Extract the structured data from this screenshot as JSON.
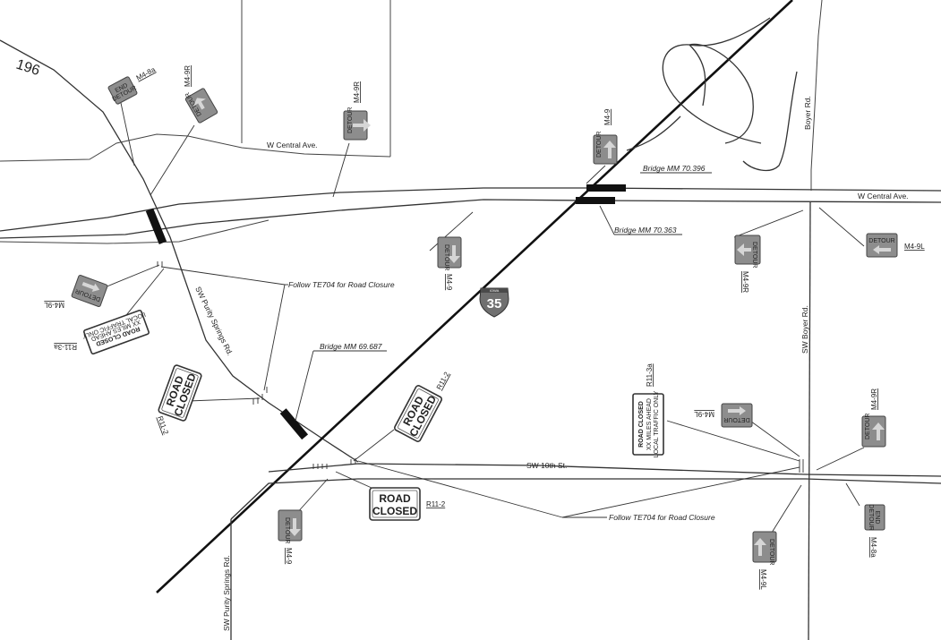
{
  "route_label_196": "196",
  "interstate_shield_number": "35",
  "interstate_shield_top": "IOWA",
  "streets": {
    "w_central_ave": "W Central Ave.",
    "boyer_rd": "Boyer Rd.",
    "sw_boyer_rd": "SW Boyer Rd.",
    "sw_10th_st": "SW 10th St.",
    "sw_purity_springs_rd": "SW Purity Springs Rd."
  },
  "bridges": {
    "b1": "Bridge MM 70.396",
    "b2": "Bridge MM 70.363",
    "b3": "Bridge MM 69.687"
  },
  "notes": {
    "follow": "Follow TE704 for Road Closure"
  },
  "sign_text": {
    "detour": "DETOUR",
    "end": "END",
    "road": "ROAD",
    "closed": "CLOSED",
    "road_closed": "ROAD CLOSED",
    "miles_ahead": "XX MILES AHEAD",
    "local_traffic": "LOCAL TRAFFIC ONLY"
  },
  "sign_codes": {
    "m4_8a": "M4-8a",
    "m4_9r": "M4-9R",
    "m4_9": "M4-9",
    "m4_9l": "M4-9L",
    "r11_3a": "R11-3a",
    "r11_2": "R11-2"
  }
}
